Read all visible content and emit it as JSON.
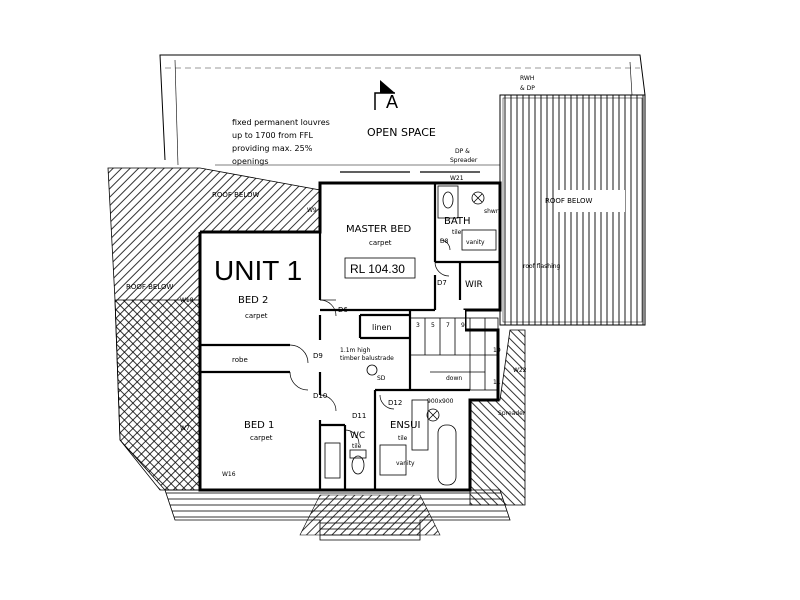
{
  "title": "UNIT 1",
  "level": "RL 104.30",
  "section_marker": "A",
  "open_space": "OPEN SPACE",
  "louvre_note": [
    "fixed permanent louvres",
    "up to 1700 from FFL",
    "providing max. 25%",
    "openings"
  ],
  "rooms": {
    "master_bed": {
      "name": "MASTER BED",
      "finish": "carpet"
    },
    "bed2": {
      "name": "BED 2",
      "finish": "carpet"
    },
    "bed1": {
      "name": "BED 1",
      "finish": "carpet"
    },
    "bath": {
      "name": "BATH",
      "finish": "tile"
    },
    "ensuite": {
      "name": "ENSUI",
      "finish": "tile"
    },
    "wc": {
      "name": "WC",
      "finish": "tile"
    },
    "wir": "WIR",
    "linen": "linen",
    "robe": "robe"
  },
  "doors": [
    "D6",
    "D7",
    "D8",
    "D9",
    "D10",
    "D11",
    "D12"
  ],
  "windows": [
    "W16",
    "W18",
    "W7",
    "W9",
    "W21",
    "W22"
  ],
  "roof_labels": {
    "roof_below_1": "ROOF BELOW",
    "roof_below_2": "ROOF BELOW",
    "roof_below_3": "ROOF BELOW"
  },
  "stair_numbers": [
    "3",
    "5",
    "7",
    "9",
    "10",
    "11"
  ],
  "annotations": {
    "balustrade": [
      "1.1m high",
      "timber balustrade"
    ],
    "sd": "SD",
    "down": "down",
    "shower": "900x900",
    "shwr": "shwr",
    "vanity": "vanity",
    "rwh": "RWH",
    "dp": "& DP",
    "dp_spreader": [
      "DP &",
      "Spreader"
    ],
    "roof_flashing": "roof flashing",
    "spreader": "Spreader"
  }
}
